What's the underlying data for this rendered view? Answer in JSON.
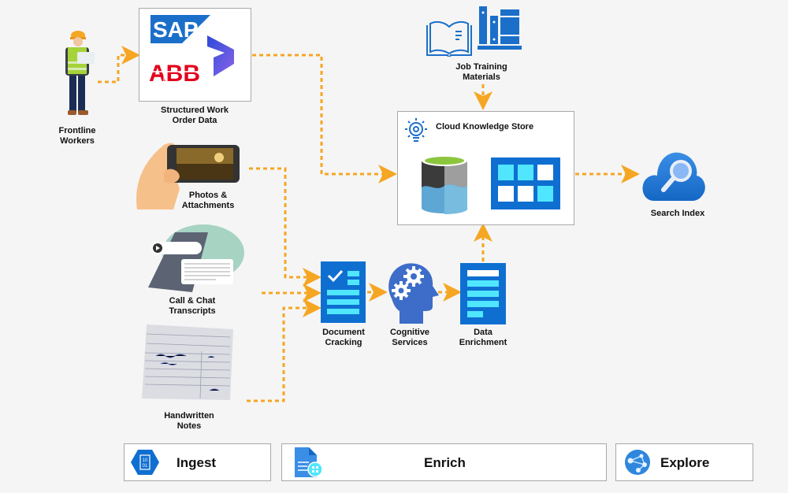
{
  "sources": {
    "frontline_workers": "Frontline\nWorkers",
    "structured_work_order": "Structured Work\nOrder Data",
    "photos": "Photos &\nAttachments",
    "transcripts": "Call & Chat\nTranscripts",
    "handwritten": "Handwritten\nNotes",
    "job_training": "Job Training\nMaterials"
  },
  "logos": {
    "sap": "SAP",
    "abb": "ABB"
  },
  "pipeline": {
    "document_cracking": "Document\nCracking",
    "cognitive_services": "Cognitive\nServices",
    "data_enrichment": "Data\nEnrichment"
  },
  "knowledge_store": {
    "title": "Cloud Knowledge Store"
  },
  "search_index": {
    "label": "Search Index"
  },
  "phases": [
    {
      "label": "Ingest",
      "icon": "binary-file-icon"
    },
    {
      "label": "Enrich",
      "icon": "document-enrich-icon"
    },
    {
      "label": "Explore",
      "icon": "network-globe-icon"
    }
  ],
  "colors": {
    "connector": "#f5a623",
    "azure_blue": "#0f6fd1",
    "accent_cyan": "#50e6ff",
    "sap_blue": "#1b6fc9",
    "abb_red": "#e2001a"
  }
}
